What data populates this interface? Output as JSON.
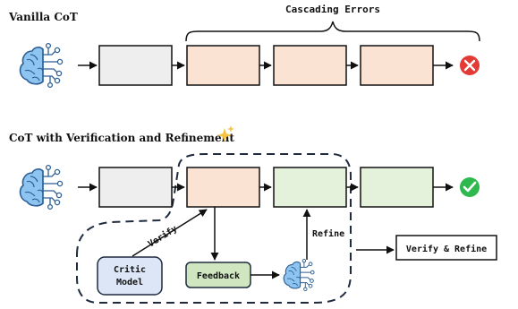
{
  "top": {
    "title": "Vanilla CoT",
    "brace_label": "Cascading Errors",
    "result_icon": "cross-icon"
  },
  "bottom": {
    "title": "CoT with Verification and Refinement",
    "title_icon": "sparkle-icon",
    "verify_label": "Verify",
    "refine_label": "Refine",
    "critic_label_line1": "Critic",
    "critic_label_line2": "Model",
    "feedback_label": "Feedback",
    "legend_label": "Verify & Refine",
    "result_icon": "check-icon"
  },
  "colors": {
    "gray_fill": "#eeeeee",
    "orange_fill": "#fbe3d4",
    "green_fill": "#e4f1db",
    "critic_fill": "#dce6f6",
    "feedback_fill": "#cfe6c1",
    "brain_blue": "#4f8fd1",
    "error_red": "#e53935",
    "ok_green": "#2eb84d",
    "sparkle_yellow": "#f4c542"
  }
}
